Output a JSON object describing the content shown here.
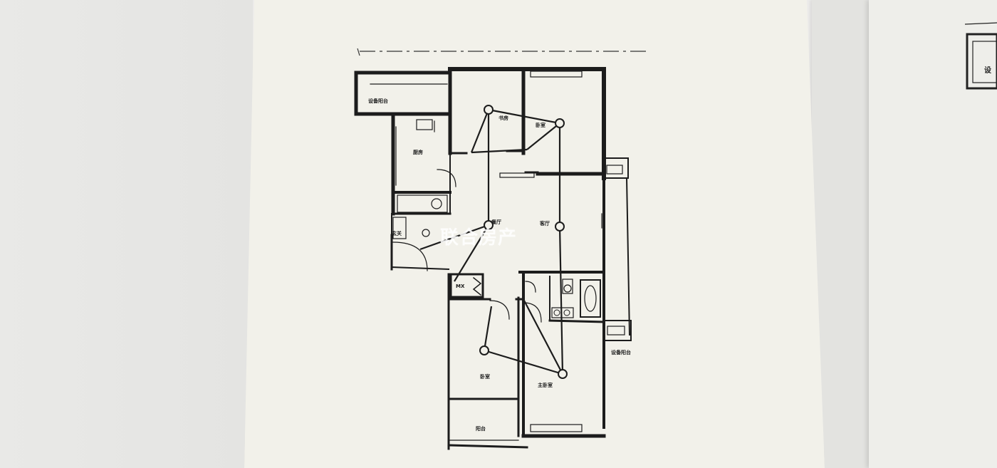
{
  "rooms": {
    "equipment_balcony_top": "设备阳台",
    "study": "书房",
    "bedroom_top": "卧室",
    "kitchen": "厨房",
    "dining": "餐厅",
    "living": "客厅",
    "bedroom_bottom": "卧室",
    "master_bedroom": "主卧室",
    "balcony": "阳台",
    "equipment_balcony_right": "设备阳台",
    "entry": "玄关",
    "closet": "MX"
  },
  "watermark": "联合房产",
  "right_sheet_fragment": "设",
  "colors": {
    "paper": "#f2f1ea",
    "ink": "#1c1c1c",
    "watermark": "#ffffff"
  }
}
